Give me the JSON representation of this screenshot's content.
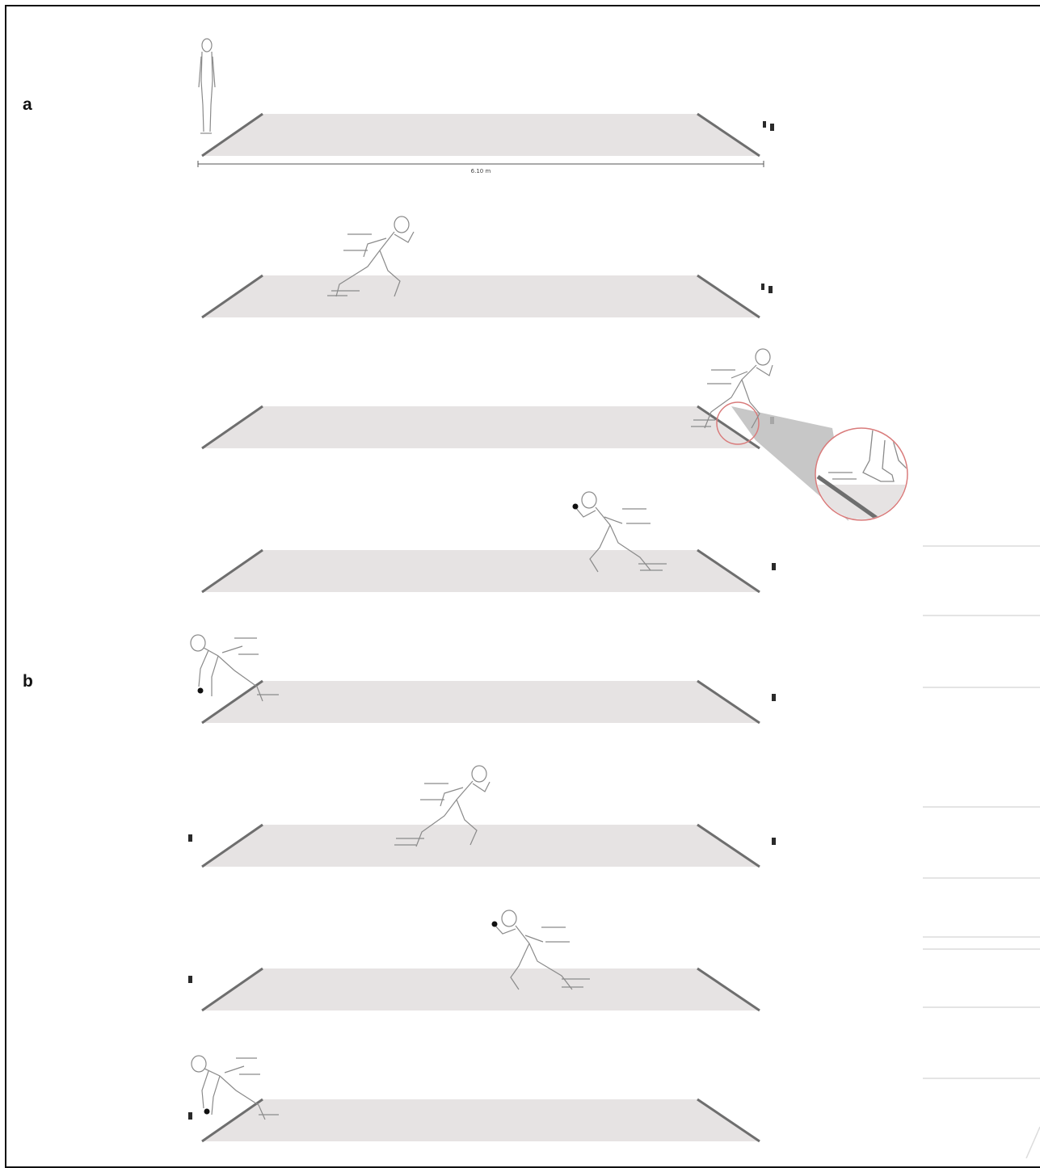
{
  "panels": [
    {
      "label": "a",
      "rows": 4
    },
    {
      "label": "b",
      "rows": 4
    }
  ],
  "track": {
    "distance_label": "6.10 m"
  },
  "colors": {
    "track_fill": "#e6e3e3",
    "track_edge": "#6e6e6e",
    "athlete_stroke": "#8a8a8a",
    "gate": "#2a2a2a",
    "magnifier": "#d97b7b",
    "beam": "#bdbdbd"
  }
}
